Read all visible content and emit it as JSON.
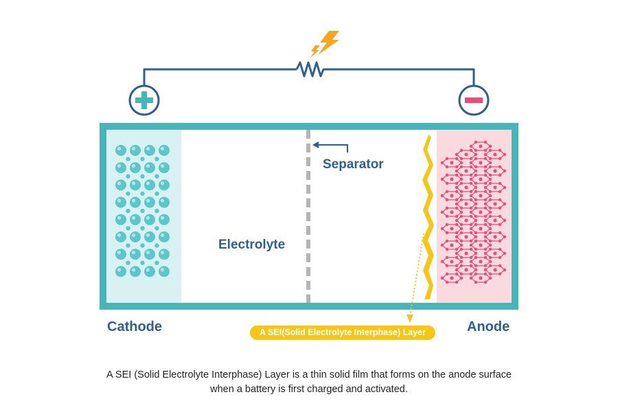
{
  "labels": {
    "separator": "Separator",
    "electrolyte": "Electrolyte",
    "cathode": "Cathode",
    "anode": "Anode",
    "sei_layer": "A SEI(Solid Electrolyte Interphase) Layer"
  },
  "caption": {
    "line1": "A SEI (Solid Electrolyte Interphase) Layer is a thin solid film that forms on the anode surface",
    "line2": "when a battery is first charged and activated."
  },
  "terminals": {
    "positive": "+",
    "negative": "−"
  },
  "colors": {
    "frame": "#46b6bb",
    "wire": "#2f5f8c",
    "cathode_bg": "#daf1f3",
    "cathode_particle": "#5cc7c9",
    "anode_bg": "#fad9df",
    "anode_lattice": "#e84d74",
    "sei": "#f5c518",
    "separator": "#b5b5b5",
    "bolt": "#f5a623",
    "positive": "#46b6bb",
    "negative": "#e84d74"
  },
  "icons": [
    "lightning-bolt-icon",
    "resistor-icon",
    "positive-terminal-icon",
    "negative-terminal-icon",
    "arrow-left-icon"
  ]
}
